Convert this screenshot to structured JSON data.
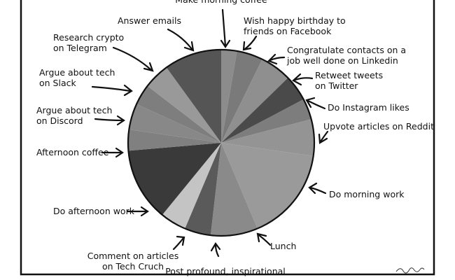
{
  "chart_data": {
    "type": "pie",
    "title": "",
    "start_angle_deg": -90,
    "direction": "clockwise",
    "slices": [
      {
        "label": [
          "Make morning coffee"
        ],
        "value": 3,
        "color": "#8c8c8c"
      },
      {
        "label": [
          "Wish happy birthday to",
          "friends on Facebook"
        ],
        "value": 5,
        "color": "#7a7a7a"
      },
      {
        "label": [
          "Congratulate contacts on a",
          "job well done on Linkedin"
        ],
        "value": 6,
        "color": "#8f8f8f"
      },
      {
        "label": [
          "Retweet tweets",
          "on Twitter"
        ],
        "value": 5,
        "color": "#4a4a4a"
      },
      {
        "label": [
          "Do Instagram likes"
        ],
        "value": 4,
        "color": "#7d7d7d"
      },
      {
        "label": [
          "Upvote articles on Reddit"
        ],
        "value": 7,
        "color": "#949494"
      },
      {
        "label": [
          "Do morning work"
        ],
        "value": 18,
        "color": "#9a9a9a"
      },
      {
        "label": [
          "Lunch"
        ],
        "value": 9,
        "color": "#8a8a8a"
      },
      {
        "label": [
          "Post profound, inspirational"
        ],
        "value": 5,
        "color": "#5a5a5a"
      },
      {
        "label": [
          "Comment on articles",
          "on Tech Cruch"
        ],
        "value": 5,
        "color": "#c4c4c4"
      },
      {
        "label": [
          "Do afternoon work"
        ],
        "value": 14,
        "color": "#3a3a3a"
      },
      {
        "label": [
          "Afternoon coffee"
        ],
        "value": 4,
        "color": "#808080"
      },
      {
        "label": [
          "Argue about tech",
          "on Discord"
        ],
        "value": 5,
        "color": "#888888"
      },
      {
        "label": [
          "Argue about tech",
          "on Slack"
        ],
        "value": 4,
        "color": "#7e7e7e"
      },
      {
        "label": [
          "Research crypto",
          "on Telegram"
        ],
        "value": 5,
        "color": "#999999"
      },
      {
        "label": [
          "Answer emails"
        ],
        "value": 11,
        "color": "#555555"
      }
    ]
  }
}
